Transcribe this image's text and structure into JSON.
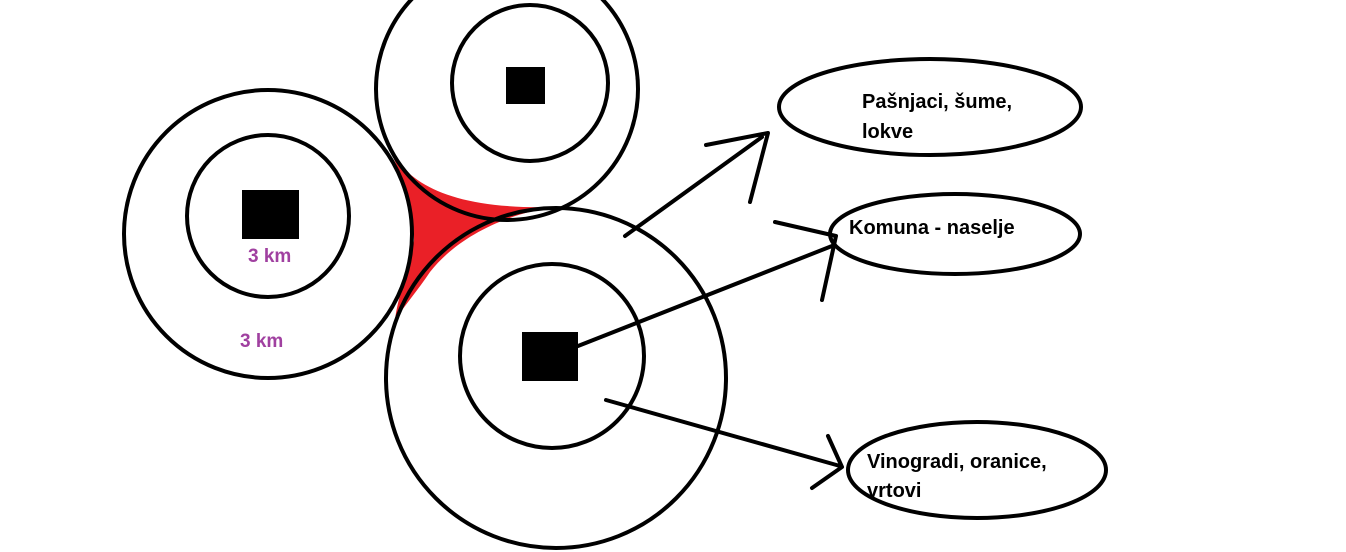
{
  "diagram": {
    "distance_label_inner": "3 km",
    "distance_label_outer": "3 km",
    "zones": [
      {
        "id": "outer",
        "lines": [
          "Pašnjaci, šume,",
          "lokve"
        ]
      },
      {
        "id": "center",
        "lines": [
          "Komuna - naselje"
        ]
      },
      {
        "id": "middle",
        "lines": [
          "Vinogradi, oranice,",
          "vrtovi"
        ]
      }
    ],
    "colors": {
      "stroke": "#000000",
      "settlement": "#000000",
      "overlap_area": "#ea2027",
      "distance_label": "#a040a0"
    }
  }
}
